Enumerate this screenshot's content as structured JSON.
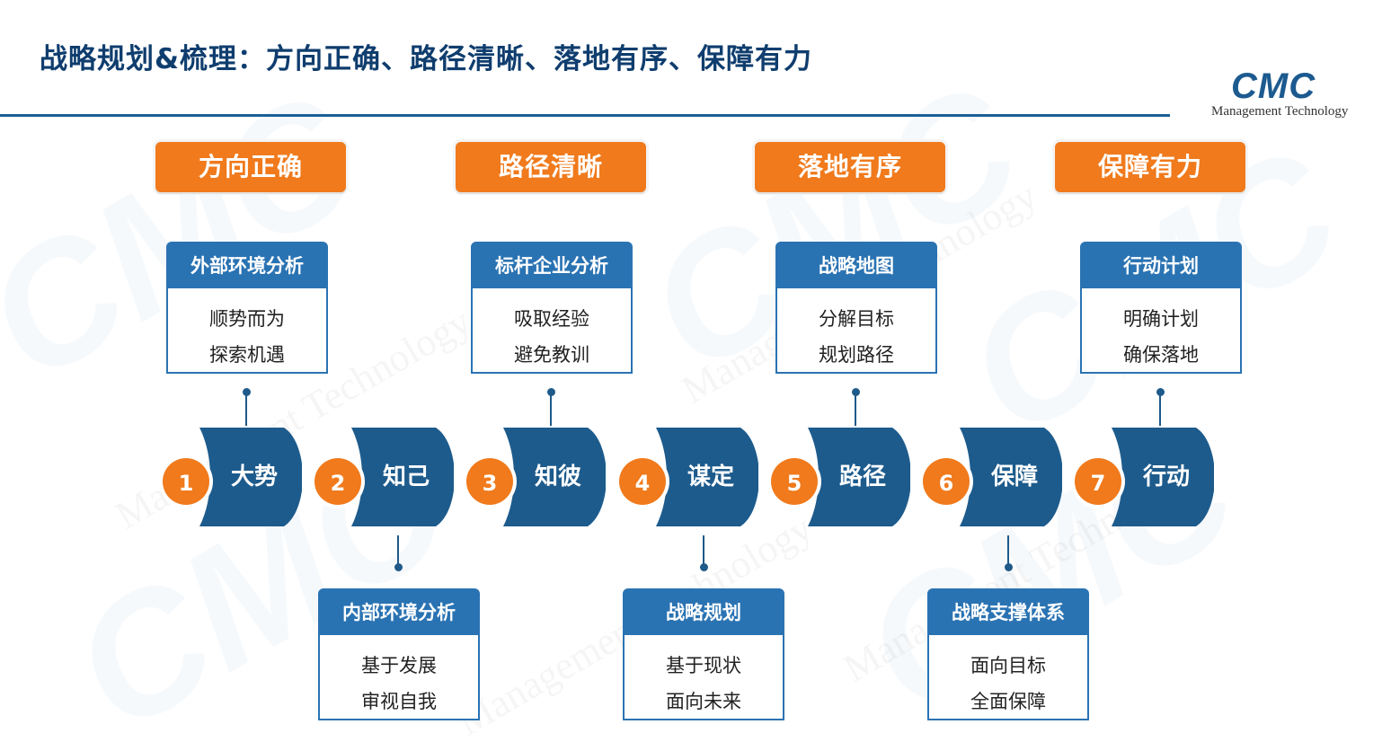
{
  "title": "战略规划&梳理：方向正确、路径清晰、落地有序、保障有力",
  "logo": {
    "mark": "CMC",
    "subtitle": "Management Technology"
  },
  "watermark": {
    "mark": "CMC",
    "text": "Management Technology"
  },
  "colors": {
    "navy": "#1d5b8c",
    "orange": "#f07a1c",
    "card_blue": "#2a73b3",
    "title": "#0f3d6e"
  },
  "phases": [
    "方向正确",
    "路径清晰",
    "落地有序",
    "保障有力"
  ],
  "steps": [
    {
      "num": "1",
      "label": "大势"
    },
    {
      "num": "2",
      "label": "知己"
    },
    {
      "num": "3",
      "label": "知彼"
    },
    {
      "num": "4",
      "label": "谋定"
    },
    {
      "num": "5",
      "label": "路径"
    },
    {
      "num": "6",
      "label": "保障"
    },
    {
      "num": "7",
      "label": "行动"
    }
  ],
  "top_cards": [
    {
      "title": "外部环境分析",
      "lines": [
        "顺势而为",
        "探索机遇"
      ]
    },
    {
      "title": "标杆企业分析",
      "lines": [
        "吸取经验",
        "避免教训"
      ]
    },
    {
      "title": "战略地图",
      "lines": [
        "分解目标",
        "规划路径"
      ]
    },
    {
      "title": "行动计划",
      "lines": [
        "明确计划",
        "确保落地"
      ]
    }
  ],
  "bottom_cards": [
    {
      "title": "内部环境分析",
      "lines": [
        "基于发展",
        "审视自我"
      ]
    },
    {
      "title": "战略规划",
      "lines": [
        "基于现状",
        "面向未来"
      ]
    },
    {
      "title": "战略支撑体系",
      "lines": [
        "面向目标",
        "全面保障"
      ]
    }
  ]
}
